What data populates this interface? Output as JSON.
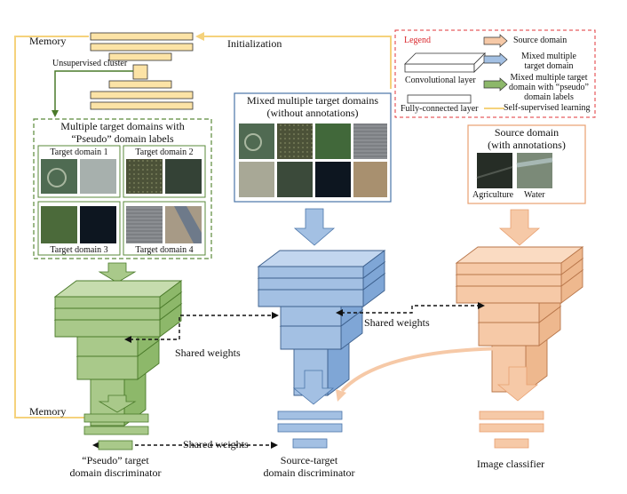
{
  "labels": {
    "memory_top": "Memory",
    "initialization": "Initialization",
    "unsupervised_cluster": "Unsupervised cluster",
    "multi_target_title_1": "Multiple target domains with",
    "multi_target_title_2": "“Pseudo” domain labels",
    "target_domain_1": "Target domain 1",
    "target_domain_2": "Target domain 2",
    "target_domain_3": "Target domain 3",
    "target_domain_4": "Target domain 4",
    "mixed_title_1": "Mixed multiple target domains",
    "mixed_title_2": "(without annotations)",
    "source_title_1": "Source domain",
    "source_title_2": "(with annotations)",
    "agriculture": "Agriculture",
    "water": "Water",
    "shared_weights_left": "Shared weights",
    "shared_weights_right": "Shared weights",
    "shared_weights_bottom": "Shared weights",
    "memory_bottom": "Memory",
    "pseudo_disc_1": "“Pseudo” target",
    "pseudo_disc_2": "domain discriminator",
    "st_disc_1": "Source-target",
    "st_disc_2": "domain discriminator",
    "image_classifier": "Image classifier"
  },
  "legend": {
    "title": "Legend",
    "conv": "Convolutional layer",
    "fc": "Fully-connected layer",
    "source": "Source domain",
    "mixed_1": "Mixed multiple",
    "mixed_2": "target domain",
    "pseudo_1": "Mixed multiple target",
    "pseudo_2": "domain with “pseudo”",
    "pseudo_3": "domain labels",
    "self_sup": "Self-supervised learning"
  },
  "colors": {
    "green": "#a9c98a",
    "green_dark": "#8db86a",
    "blue": "#a3c0e3",
    "blue_dark": "#7fa6d6",
    "peach": "#f6c9a7",
    "peach_dark": "#eeb88e",
    "yellow": "#fce3a6",
    "memory_line": "#f5d27c",
    "legend_border": "#e0353a",
    "green_border": "#5a8a3a",
    "blue_border": "#4a74a8",
    "peach_border": "#e8a070"
  }
}
